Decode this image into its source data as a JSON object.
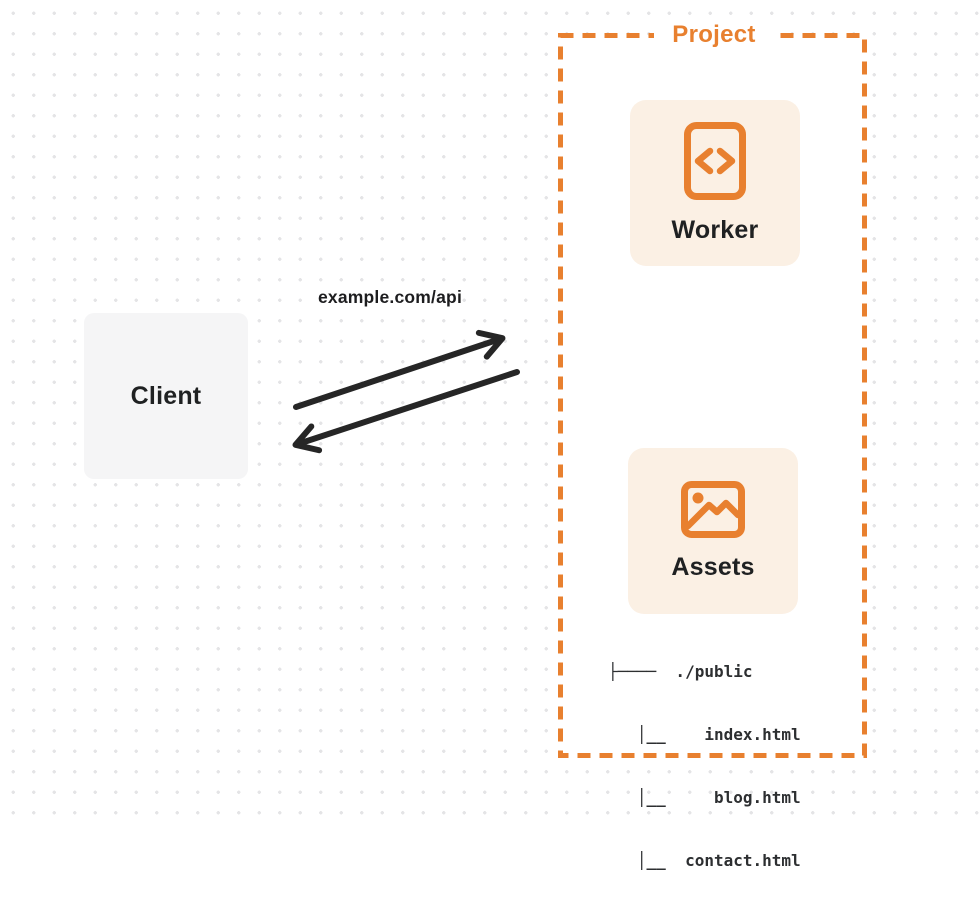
{
  "client": {
    "label": "Client"
  },
  "request": {
    "url": "example.com/api"
  },
  "project": {
    "label": "Project",
    "worker": {
      "label": "Worker",
      "icon": "code-file-icon"
    },
    "assets": {
      "label": "Assets",
      "icon": "image-icon",
      "file_tree": {
        "root": "./public",
        "files": [
          "index.html",
          "blog.html",
          "contact.html"
        ],
        "lines": [
          "├────  ./public",
          "   │__    index.html",
          "   │__     blog.html",
          "   │__  contact.html"
        ]
      }
    }
  },
  "colors": {
    "accent_orange": "#e8802f",
    "node_fill": "#fbf0e4",
    "client_fill": "#f5f5f6",
    "arrow": "#262626",
    "text_dark": "#1f2122",
    "dot_grid": "#e4e4e6"
  }
}
